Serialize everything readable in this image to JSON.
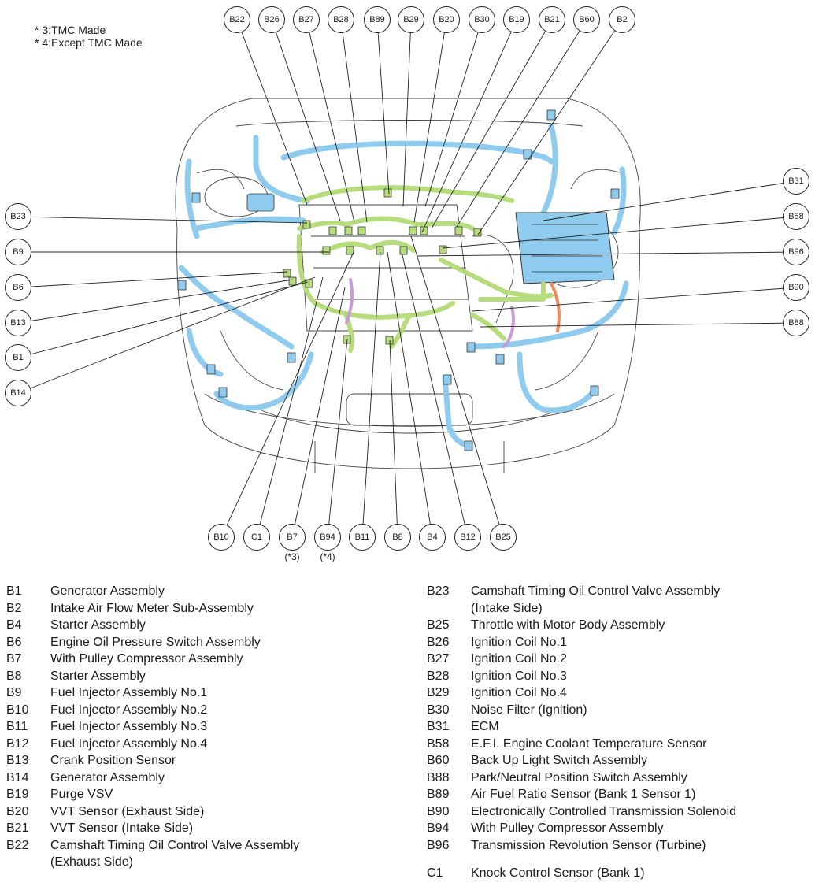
{
  "notes": [
    "* 3:TMC Made",
    "* 4:Except TMC Made"
  ],
  "callouts_top": [
    "B22",
    "B26",
    "B27",
    "B28",
    "B89",
    "B29",
    "B20",
    "B30",
    "B19",
    "B21",
    "B60",
    "B2"
  ],
  "callouts_left": [
    "B23",
    "B9",
    "B6",
    "B13",
    "B1",
    "B14"
  ],
  "callouts_right": [
    "B31",
    "B58",
    "B96",
    "B90",
    "B88"
  ],
  "callouts_bottom": [
    "B10",
    "C1",
    "B7",
    "B94",
    "B11",
    "B8",
    "B4",
    "B12",
    "B25"
  ],
  "bottom_notes": {
    "B7": "(*3)",
    "B94": "(*4)"
  },
  "colors": {
    "harness_blue": "#8ecbee",
    "harness_green": "#b6dc7c",
    "harness_purple": "#c79ad8",
    "harness_orange": "#f08a5d",
    "outline": "#333333"
  },
  "legend_left": [
    {
      "code": "B1",
      "name": "Generator Assembly"
    },
    {
      "code": "B2",
      "name": "Intake Air Flow Meter Sub-Assembly"
    },
    {
      "code": "B4",
      "name": "Starter Assembly"
    },
    {
      "code": "B6",
      "name": "Engine Oil Pressure Switch Assembly"
    },
    {
      "code": "B7",
      "name": "With Pulley Compressor Assembly"
    },
    {
      "code": "B8",
      "name": "Starter Assembly"
    },
    {
      "code": "B9",
      "name": "Fuel Injector Assembly No.1"
    },
    {
      "code": "B10",
      "name": "Fuel Injector Assembly No.2"
    },
    {
      "code": "B11",
      "name": "Fuel Injector Assembly No.3"
    },
    {
      "code": "B12",
      "name": "Fuel Injector Assembly No.4"
    },
    {
      "code": "B13",
      "name": "Crank Position Sensor"
    },
    {
      "code": "B14",
      "name": "Generator Assembly"
    },
    {
      "code": "B19",
      "name": "Purge VSV"
    },
    {
      "code": "B20",
      "name": "VVT Sensor (Exhaust Side)"
    },
    {
      "code": "B21",
      "name": "VVT Sensor (Intake Side)"
    },
    {
      "code": "B22",
      "name": "Camshaft Timing Oil Control Valve Assembly",
      "name2": "(Exhaust Side)"
    }
  ],
  "legend_right": [
    {
      "code": "B23",
      "name": "Camshaft Timing Oil Control Valve Assembly",
      "name2": "(Intake Side)"
    },
    {
      "code": "B25",
      "name": "Throttle with Motor Body Assembly"
    },
    {
      "code": "B26",
      "name": "Ignition Coil No.1"
    },
    {
      "code": "B27",
      "name": "Ignition Coil No.2"
    },
    {
      "code": "B28",
      "name": "Ignition Coil No.3"
    },
    {
      "code": "B29",
      "name": "Ignition Coil No.4"
    },
    {
      "code": "B30",
      "name": "Noise Filter (Ignition)"
    },
    {
      "code": "B31",
      "name": "ECM"
    },
    {
      "code": "B58",
      "name": "E.F.I. Engine Coolant Temperature Sensor"
    },
    {
      "code": "B60",
      "name": "Back Up Light Switch Assembly"
    },
    {
      "code": "B88",
      "name": "Park/Neutral Position Switch Assembly"
    },
    {
      "code": "B89",
      "name": "Air Fuel Ratio Sensor (Bank 1 Sensor 1)"
    },
    {
      "code": "B90",
      "name": "Electronically Controlled Transmission Solenoid"
    },
    {
      "code": "B94",
      "name": "With Pulley Compressor Assembly"
    },
    {
      "code": "B96",
      "name": "Transmission Revolution Sensor (Turbine)"
    }
  ],
  "legend_right_extra": {
    "code": "C1",
    "name": "Knock Control Sensor (Bank 1)"
  }
}
